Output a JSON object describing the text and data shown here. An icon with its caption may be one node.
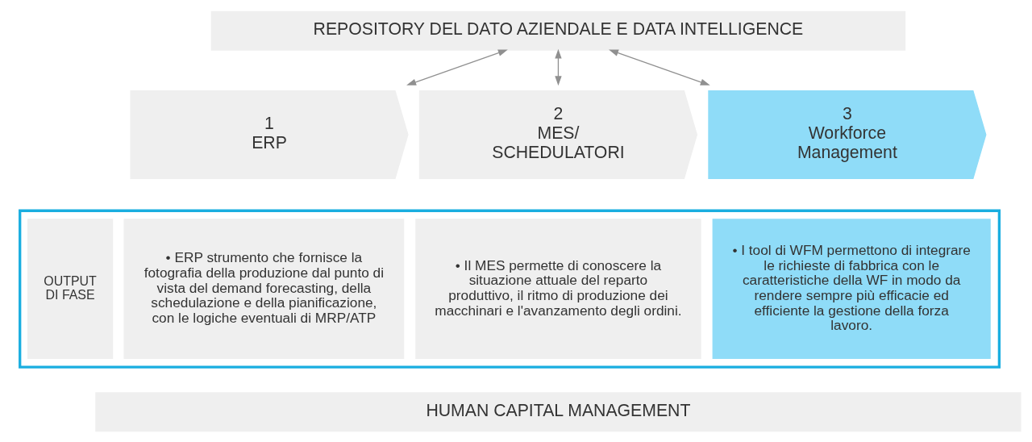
{
  "diagram": {
    "nodes": [
      {
        "text": [
          "REPOSITORY DEL DATO AZIENDALE E DATA INTELLIGENCE"
        ]
      },
      {
        "text": [
          "1",
          "ERP"
        ]
      },
      {
        "text": [
          "2",
          "MES/ SCHEDULATORI"
        ]
      },
      {
        "text": [
          "3",
          "Workforce Management"
        ]
      },
      {
        "text": [],
        "shape": "box"
      },
      {
        "text": [
          "OUTPUT DI FASE"
        ],
        "in": 4
      },
      {
        "text": [
          "• ERP strumento che fornisce la fotografia della produzione dal punto di vista del demand forecasting, della schedulazione e della pianificazione, con le logiche eventuali di MRP/ATP"
        ],
        "in": 4
      },
      {
        "text": [
          "• Il MES permette di conoscere la situazione attuale del reparto produttivo, il ritmo di produzione dei macchinari e l'avanzamento degli ordini."
        ],
        "in": 4
      },
      {
        "text": [
          "• I tool di WFM permettono di integrare le richieste di fabbrica con le caratteristiche della WF in modo da rendere sempre più efficacie ed efficiente la gestione della forza lavoro."
        ],
        "in": 4
      },
      {
        "text": [
          "HUMAN CAPITAL MANAGEMENT"
        ]
      }
    ],
    "edges": [
      {
        "from": 0,
        "to": 1,
        "arrow": "both"
      },
      {
        "from": 0,
        "to": 2,
        "arrow": "both"
      },
      {
        "from": 0,
        "to": 3,
        "arrow": "both"
      }
    ]
  }
}
